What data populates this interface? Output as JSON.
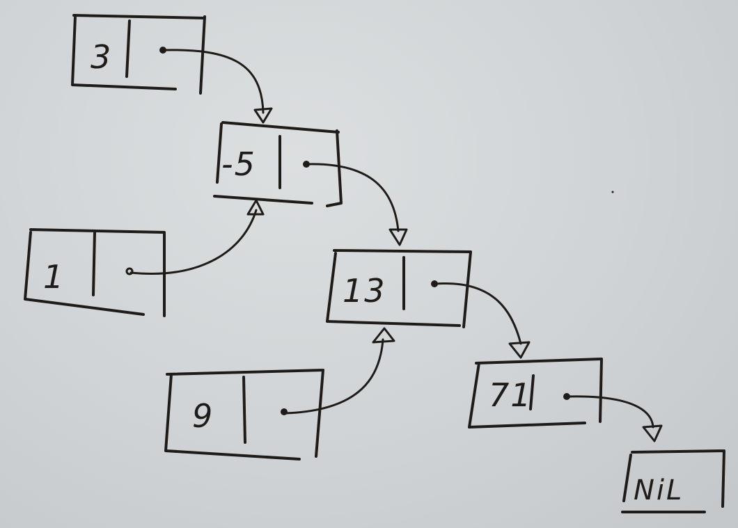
{
  "diagram": {
    "nodes": [
      {
        "id": "n3",
        "value": "3"
      },
      {
        "id": "n-5",
        "value": "-5"
      },
      {
        "id": "n1",
        "value": "1"
      },
      {
        "id": "n13",
        "value": "13"
      },
      {
        "id": "n9",
        "value": "9"
      },
      {
        "id": "n71",
        "value": "71"
      },
      {
        "id": "nil",
        "value": "NiL"
      }
    ],
    "edges": [
      {
        "from": "n3",
        "to": "n-5"
      },
      {
        "from": "n1",
        "to": "n-5"
      },
      {
        "from": "n-5",
        "to": "n13"
      },
      {
        "from": "n9",
        "to": "n13"
      },
      {
        "from": "n13",
        "to": "n71"
      },
      {
        "from": "n71",
        "to": "nil"
      }
    ],
    "ink_color": "#1f1b18",
    "board_color": "#d2d6d8"
  }
}
